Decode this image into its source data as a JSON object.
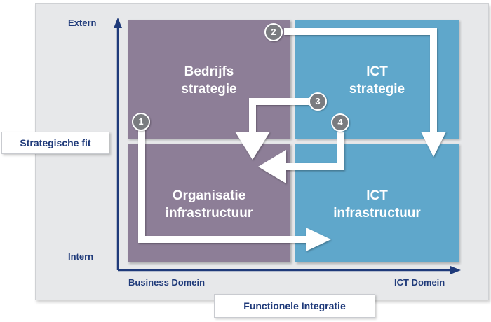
{
  "quadrants": {
    "top_left": {
      "line1": "Bedrijfs",
      "line2": "strategie"
    },
    "top_right": {
      "line1": "ICT",
      "line2": "strategie"
    },
    "bottom_left": {
      "line1": "Organisatie",
      "line2": "infrastructuur"
    },
    "bottom_right": {
      "line1": "ICT",
      "line2": "infrastructuur"
    }
  },
  "axes": {
    "y_top": "Extern",
    "y_bottom": "Intern",
    "y_title": "Strategische fit",
    "x_left": "Business Domein",
    "x_right": "ICT Domein",
    "x_title": "Functionele Integratie"
  },
  "markers": [
    "1",
    "2",
    "3",
    "4"
  ],
  "colors": {
    "business": "#8d7e97",
    "ict": "#5fa7cb",
    "axis": "#1f3a7a",
    "marker": "#7a7c80"
  }
}
